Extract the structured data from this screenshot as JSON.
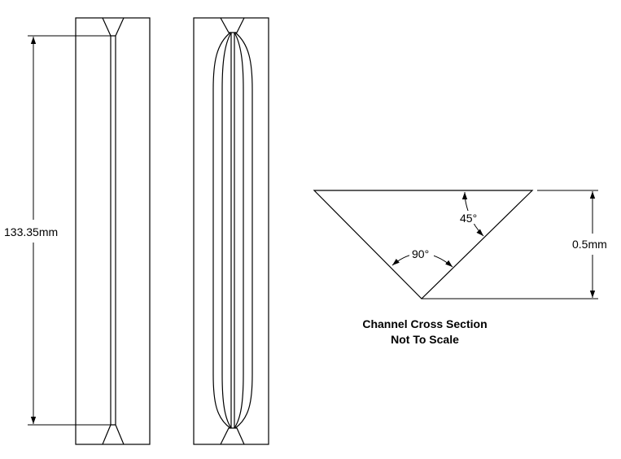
{
  "dimensions": {
    "length": "133.35mm",
    "depth": "0.5mm",
    "angle_half": "45°",
    "angle_full": "90°"
  },
  "caption": {
    "line1": "Channel Cross Section",
    "line2": "Not To Scale"
  }
}
